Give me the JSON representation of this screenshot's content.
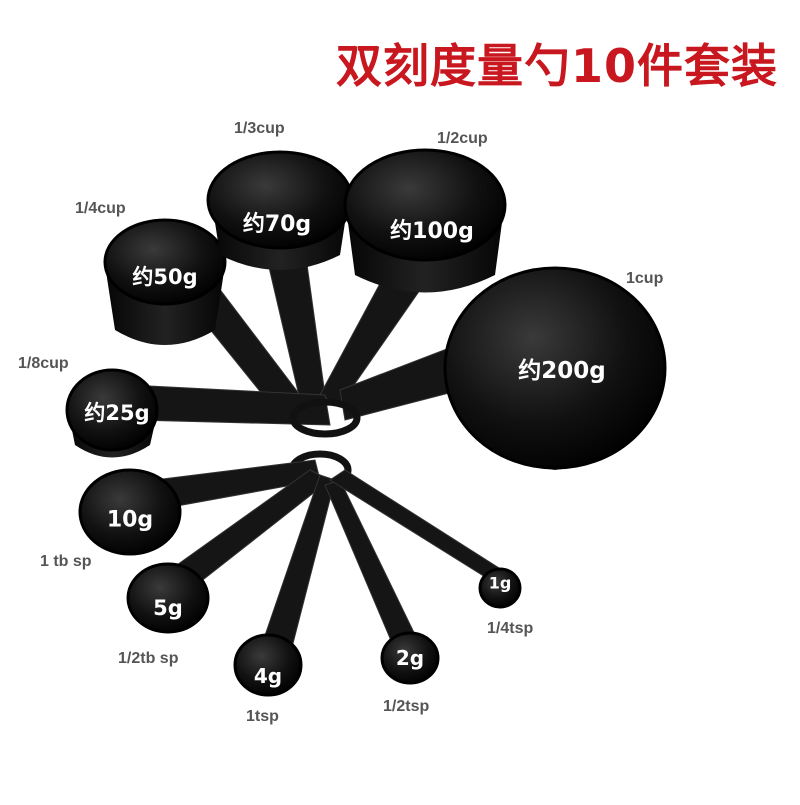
{
  "title": "双刻度量勺10件套装",
  "cups": [
    {
      "size": "1/4cup",
      "weight": "约50g"
    },
    {
      "size": "1/3cup",
      "weight": "约70g"
    },
    {
      "size": "1/2cup",
      "weight": "约100g"
    },
    {
      "size": "1cup",
      "weight": "约200g"
    },
    {
      "size": "1/8cup",
      "weight": "约25g"
    }
  ],
  "spoons": [
    {
      "size": "1 tb sp",
      "weight": "10g"
    },
    {
      "size": "1/2tb sp",
      "weight": "5g"
    },
    {
      "size": "1tsp",
      "weight": "4g"
    },
    {
      "size": "1/2tsp",
      "weight": "2g"
    },
    {
      "size": "1/4tsp",
      "weight": "1g"
    }
  ],
  "colors": {
    "title": "#c8171e",
    "spoon": "#111111",
    "label": "#555555"
  }
}
